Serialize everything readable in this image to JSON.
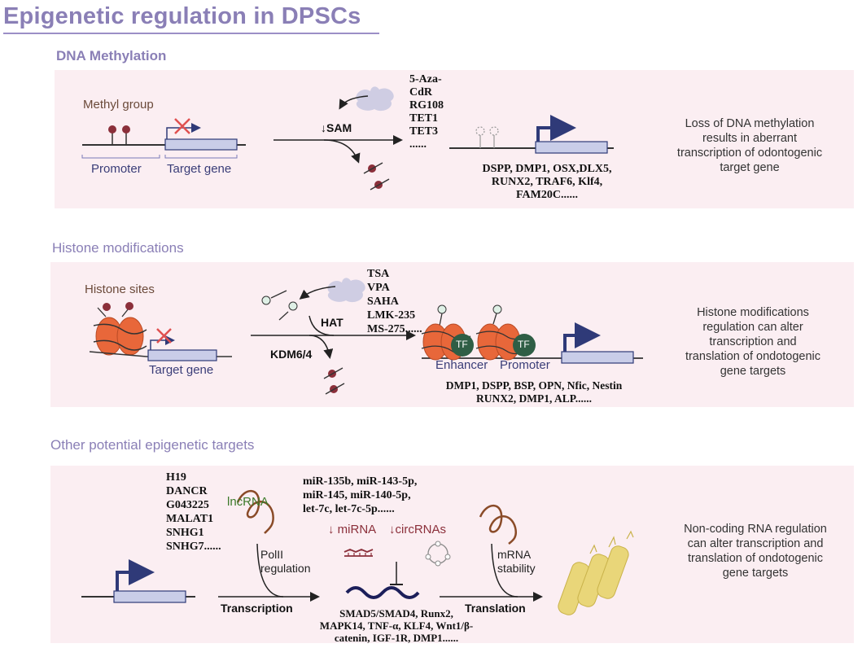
{
  "title": "Epigenetic regulation in DPSCs",
  "dna_methylation": {
    "heading": "DNA Methylation",
    "methyl_group": "Methyl group",
    "promoter": "Promoter",
    "target_gene": "Target gene",
    "sam": "↓SAM",
    "drugs": "5-Aza-\nCdR\nRG108\nTET1\nTET3\n......",
    "genes": "DSPP, DMP1, OSX,DLX5,\nRUNX2, TRAF6, Klf4,\nFAM20C......",
    "summary": "Loss of DNA methylation\nresults in aberrant\ntranscription of odontogenic\ntarget gene"
  },
  "histone": {
    "heading": "Histone modifications",
    "histone_sites": "Histone sites",
    "target_gene": "Target gene",
    "hat": "HAT",
    "kdm": "KDM6/4",
    "drugs": "TSA\nVPA\nSAHA\nLMK-235\nMS-275......",
    "tf1": "TF",
    "tf2": "TF",
    "enhancer": "Enhancer",
    "promoter": "Promoter",
    "genes": "DMP1, DSPP, BSP, OPN, Nfic, Nestin\nRUNX2, DMP1, ALP......",
    "summary": "Histone modifications\nregulation can alter\ntranscription and\ntranslation of ondotogenic\ngene targets"
  },
  "other": {
    "heading": "Other potential epigenetic targets",
    "lnc_list": "H19\nDANCR\nG043225\nMALAT1\nSNHG1\nSNHG7......",
    "lncrna": "lncRNA",
    "mirna_list": "miR-135b, miR-143-5p,\nmiR-145, miR-140-5p,\nlet-7c, let-7c-5p......",
    "mirna": "↓ miRNA",
    "circrna": "↓circRNAs",
    "polii": "PolII\nregulation",
    "mrna_stability": "mRNA\nstability",
    "transcription": "Transcription",
    "translation": "Translation",
    "targets": "SMAD5/SMAD4, Runx2,\nMAPK14, TNF-α, KLF4, Wnt1/β-\ncatenin, IGF-1R, DMP1......",
    "summary": "Non-coding RNA regulation\ncan alter transcription and\ntranslation of ondotogenic\ngene targets"
  },
  "colors": {
    "accent": "#8a7fb6",
    "panel": "#fbeef2",
    "navy": "#2f3a78",
    "gene_box": "#c9cde8",
    "nucleosome": "#e8673a",
    "methyl": "#8b2f3a",
    "tf": "#2f5e45",
    "cell": "#e9d679"
  }
}
